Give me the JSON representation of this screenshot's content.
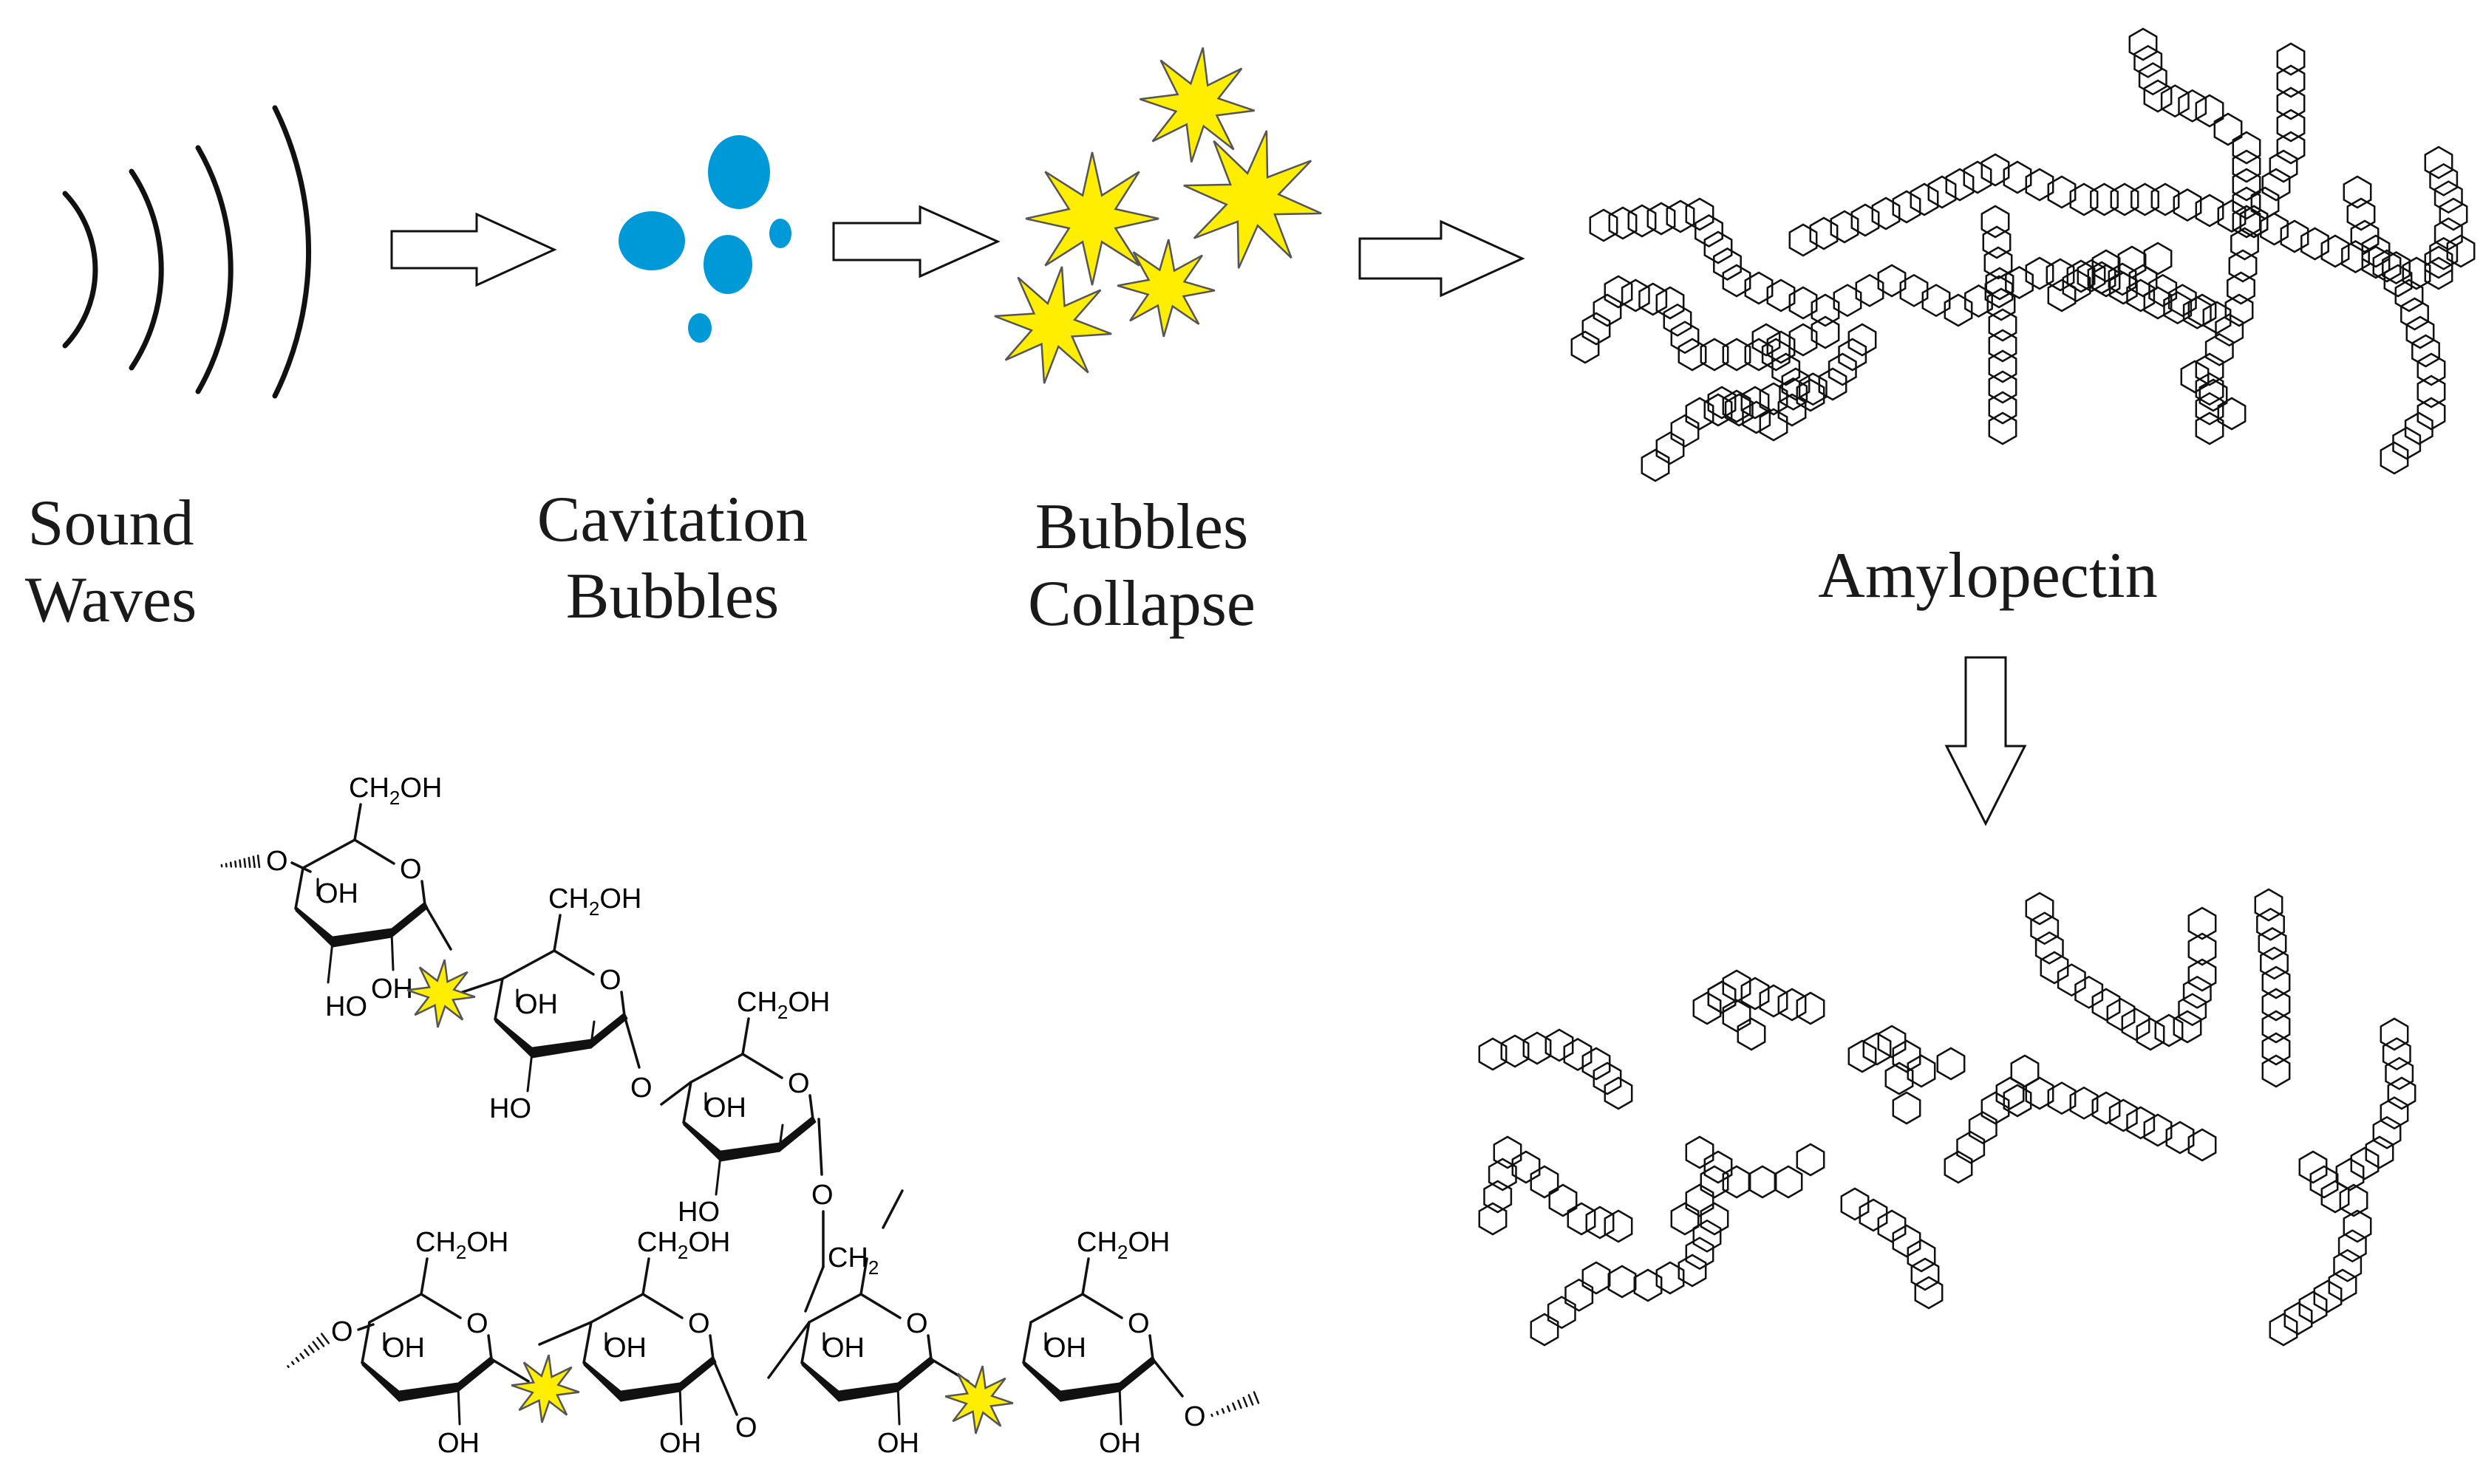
{
  "labels": {
    "sound_waves": [
      "Sound",
      "Waves"
    ],
    "cavitation_bubbles": [
      "Cavitation",
      "Bubbles"
    ],
    "bubbles_collapse": [
      "Bubbles",
      "Collapse"
    ],
    "amylopectin": "Amylopectin"
  },
  "chem_labels": {
    "ch2oh_parts": [
      "CH",
      "2",
      "OH"
    ],
    "ch2_parts": [
      "CH",
      "2"
    ],
    "oh": "OH",
    "ho": "HO",
    "o": "O"
  },
  "colors": {
    "bubble": "#0099d8",
    "star_fill": "#ffee00",
    "star_stroke": "#555555",
    "line": "#111111"
  }
}
